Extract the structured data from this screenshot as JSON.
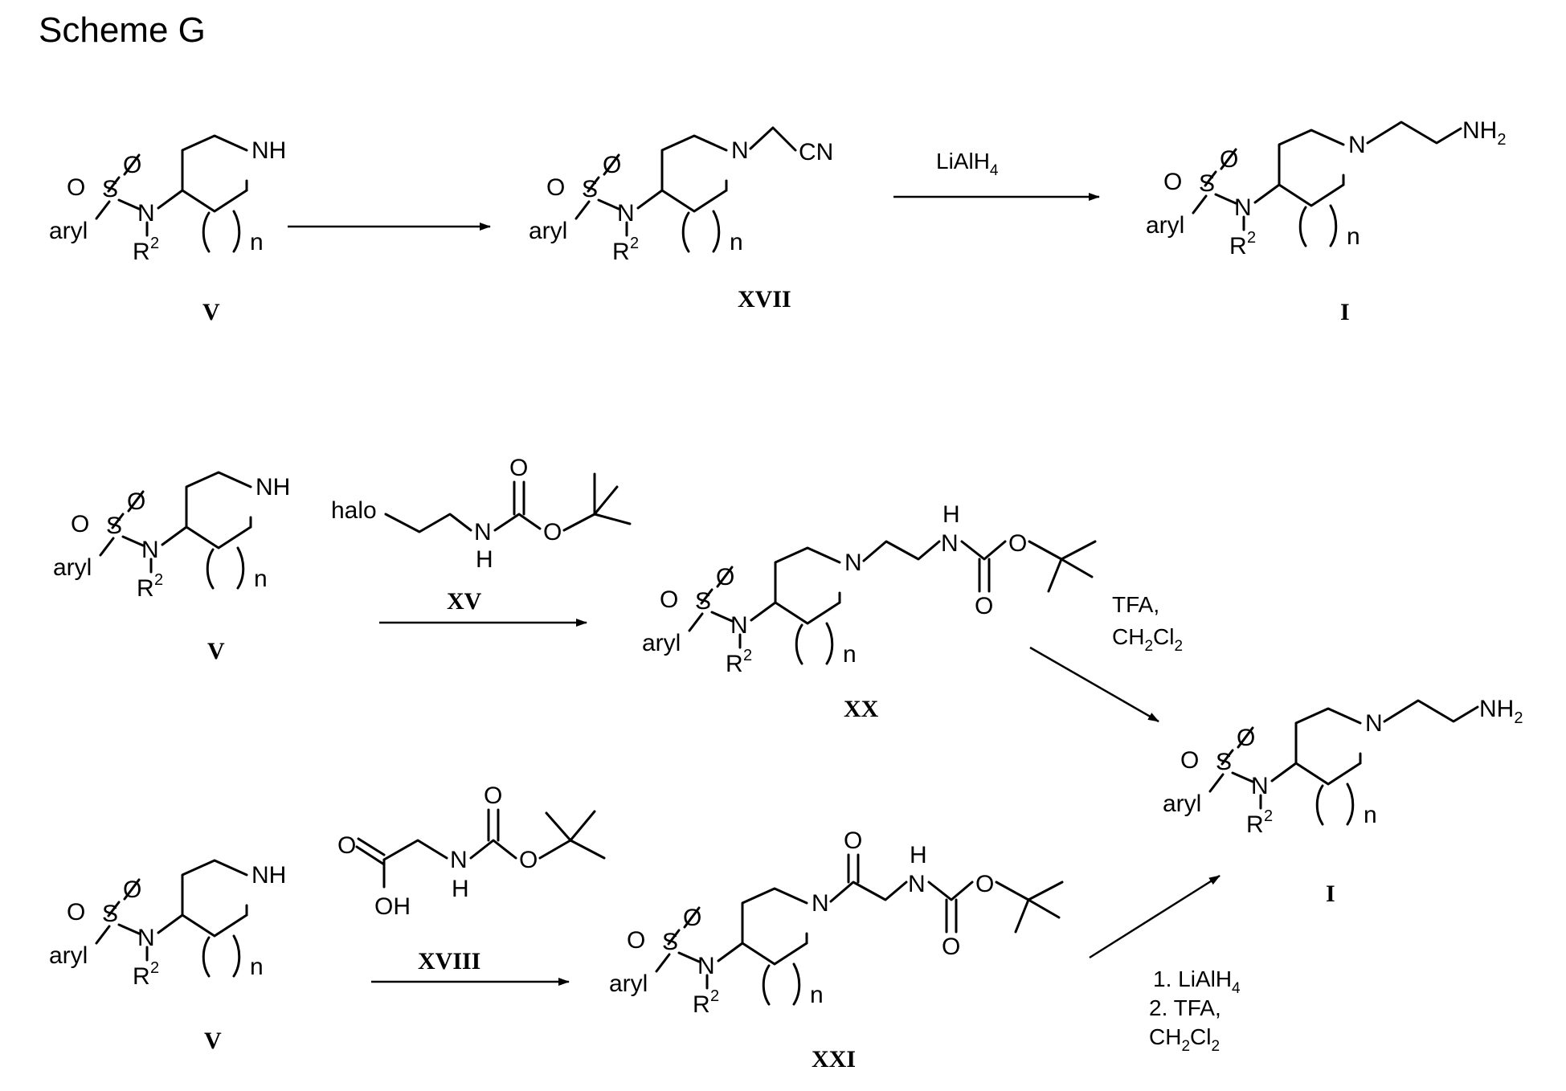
{
  "title": "Scheme G",
  "atoms": {
    "O": "O",
    "S": "S",
    "N": "N",
    "NH": "NH",
    "H": "H",
    "aryl": "aryl",
    "R": "R",
    "sup2": "2",
    "n": "n",
    "CN": "CN",
    "NH2_a": "NH",
    "NH2_b": "2",
    "halo": "halo",
    "OH": "OH"
  },
  "compounds": {
    "V": "V",
    "XVII": "XVII",
    "I": "I",
    "XV": "XV",
    "XX": "XX",
    "XVIII": "XVIII",
    "XXI": "XXI"
  },
  "reagents": {
    "lialh4": {
      "pre": "LiAlH",
      "sub": "4"
    },
    "tfa_1": "TFA,",
    "ch2cl2": {
      "a": "CH",
      "sub1": "2",
      "b": "Cl",
      "sub2": "2"
    },
    "step1": {
      "pre": "1. LiAlH",
      "sub": "4"
    },
    "step2": "2. TFA,"
  }
}
